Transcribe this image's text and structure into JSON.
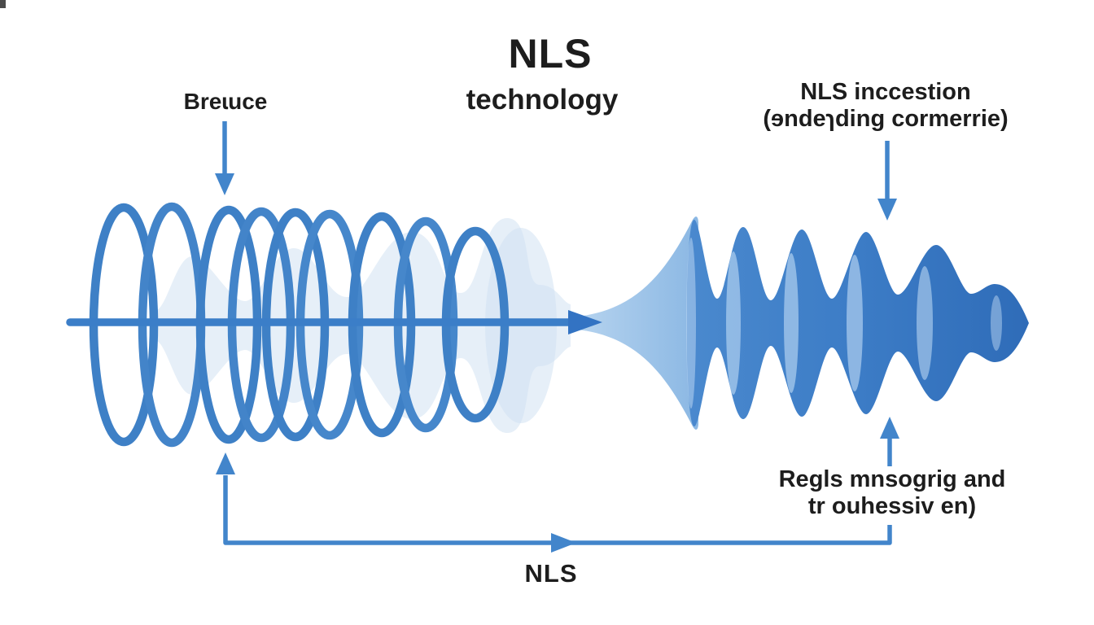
{
  "diagram": {
    "title_line1": "NLS",
    "title_line2": "technology",
    "label_top_left": "Breɩuce",
    "label_top_right_line1": "NLS inccestion",
    "label_top_right_line2": "(ɘndeɿding cormerrie)",
    "label_bottom_right_line1": "Regls mnsogrig and",
    "label_bottom_right_line2": "tr ouhessiv en)",
    "label_bottom_center": "NLS"
  },
  "colors": {
    "background": "#ffffff",
    "text": "#1d1d1d",
    "coil_stroke_blue": "#3e80c6",
    "axis_arrow_blue": "#3b7ec8",
    "annotation_arrow_blue": "#4285cb",
    "bead_wave_dark": "#2f6cb8",
    "bead_wave_mid": "#4181cb",
    "bead_wave_highlight": "#b9d6f2",
    "trumpet_light_blue": "#a9cbec",
    "ghost_wave_pale": "#d7e5f4"
  }
}
